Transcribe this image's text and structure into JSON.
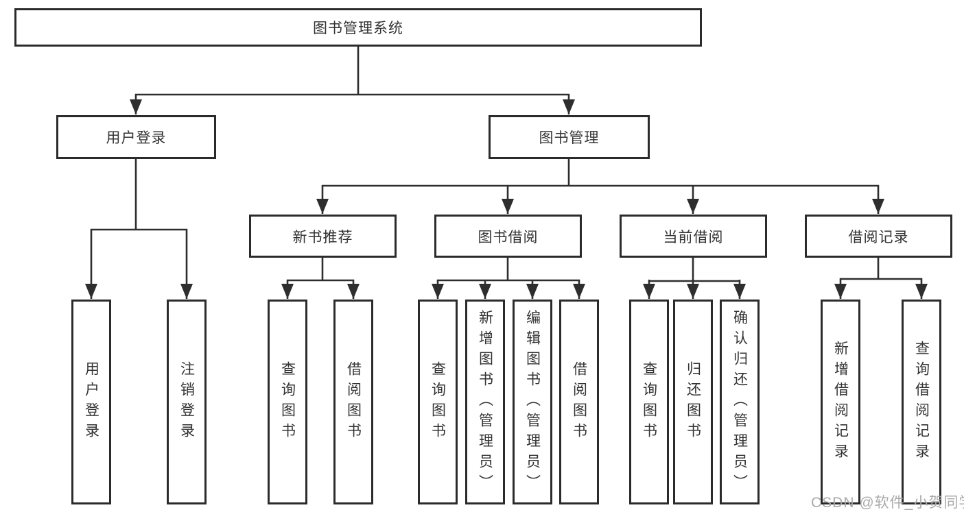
{
  "diagram": {
    "title_node": "图书管理系统",
    "root": {
      "label": "图书管理系统"
    },
    "level2": [
      {
        "id": "user-login",
        "label": "用户登录"
      },
      {
        "id": "book-mgmt",
        "label": "图书管理"
      }
    ],
    "level3": [
      {
        "id": "new-book",
        "label": "新书推荐"
      },
      {
        "id": "book-borrow",
        "label": "图书借阅"
      },
      {
        "id": "current-borrow",
        "label": "当前借阅"
      },
      {
        "id": "borrow-record",
        "label": "借阅记录"
      }
    ],
    "leaves": {
      "user_login": [
        "用户登录",
        "注销登录"
      ],
      "new_book": [
        "查询图书",
        "借阅图书"
      ],
      "book_borrow": [
        "查询图书",
        "新增图书（管理员）",
        "编辑图书（管理员）",
        "借阅图书"
      ],
      "current_borrow": [
        "查询图书",
        "归还图书",
        "确认归还（管理员）"
      ],
      "borrow_record": [
        "新增借阅记录",
        "查询借阅记录"
      ]
    },
    "colors": {
      "line": "#2e2e2e",
      "border": "#2b2b2b",
      "text": "#333333",
      "watermark": "#a9a9a9",
      "background": "#ffffff"
    }
  },
  "watermark": {
    "text": "CSDN @软件_小贺同学"
  }
}
